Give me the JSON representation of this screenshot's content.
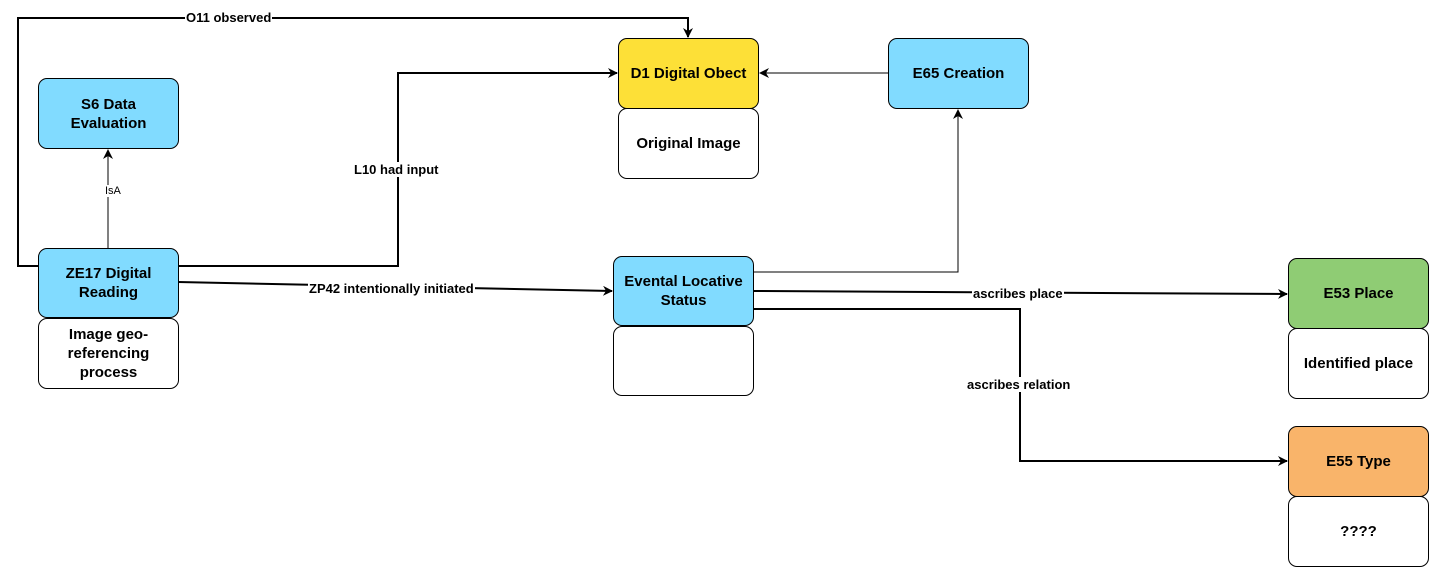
{
  "colors": {
    "blue": "#81dbff",
    "yellow": "#fde037",
    "green": "#8fcc74",
    "orange": "#f9b46a",
    "white": "#ffffff"
  },
  "nodes": {
    "s6": "S6 Data Evaluation",
    "ze17": "ZE17 Digital Reading",
    "ze17_note": "Image geo-referencing process",
    "d1": "D1 Digital Obect",
    "d1_note": "Original Image",
    "e65": "E65 Creation",
    "evental": "Evental Locative Status",
    "evental_note": "",
    "e53": "E53 Place",
    "e53_note": "Identified place",
    "e55": "E55 Type",
    "e55_note": "????"
  },
  "edges": {
    "o11": "O11 observed",
    "isa": "IsA",
    "l10": "L10 had input",
    "zp42": "ZP42 intentionally initiated",
    "ascribes_place": "ascribes place",
    "ascribes_relation": "ascribes relation"
  }
}
